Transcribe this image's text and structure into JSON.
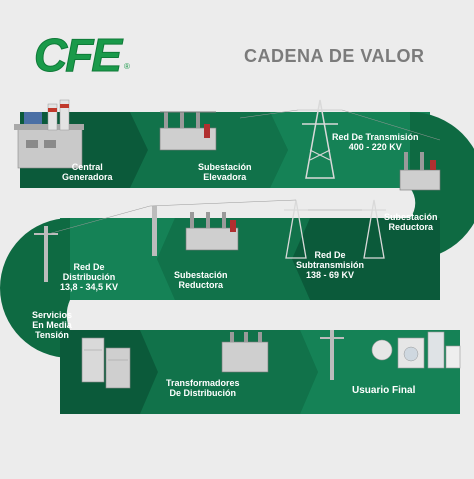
{
  "header": {
    "logo": "CFE",
    "logo_mark": "®",
    "title": "CADENA DE VALOR"
  },
  "stages": [
    {
      "id": "central",
      "lines": [
        "Central",
        "Generadora"
      ]
    },
    {
      "id": "sub-elevadora",
      "lines": [
        "Subestación",
        "Elevadora"
      ]
    },
    {
      "id": "red-transmision",
      "lines": [
        "Red De Transmisión",
        "400 - 220 KV"
      ]
    },
    {
      "id": "sub-reductora-1",
      "lines": [
        "Subestación",
        "Reductora"
      ]
    },
    {
      "id": "red-subtransmision",
      "lines": [
        "Red De",
        "Subtransmisión",
        "138 - 69 KV"
      ]
    },
    {
      "id": "sub-reductora-2",
      "lines": [
        "Subestación",
        "Reductora"
      ]
    },
    {
      "id": "red-distribucion",
      "lines": [
        "Red De",
        "Distribución",
        "13,8 - 34,5 KV"
      ]
    },
    {
      "id": "servicios",
      "lines": [
        "Servicios",
        "En Media",
        "Tensión"
      ]
    },
    {
      "id": "transformadores",
      "lines": [
        "Transformadores",
        "De Distribución"
      ]
    },
    {
      "id": "usuario",
      "lines": [
        "Usuario Final"
      ]
    }
  ],
  "colors": {
    "band_dark": "#0b5a3a",
    "band_mid": "#12764a",
    "band_light": "#1f9a5e",
    "brand": "#1a9a4a",
    "background": "#ececec"
  }
}
